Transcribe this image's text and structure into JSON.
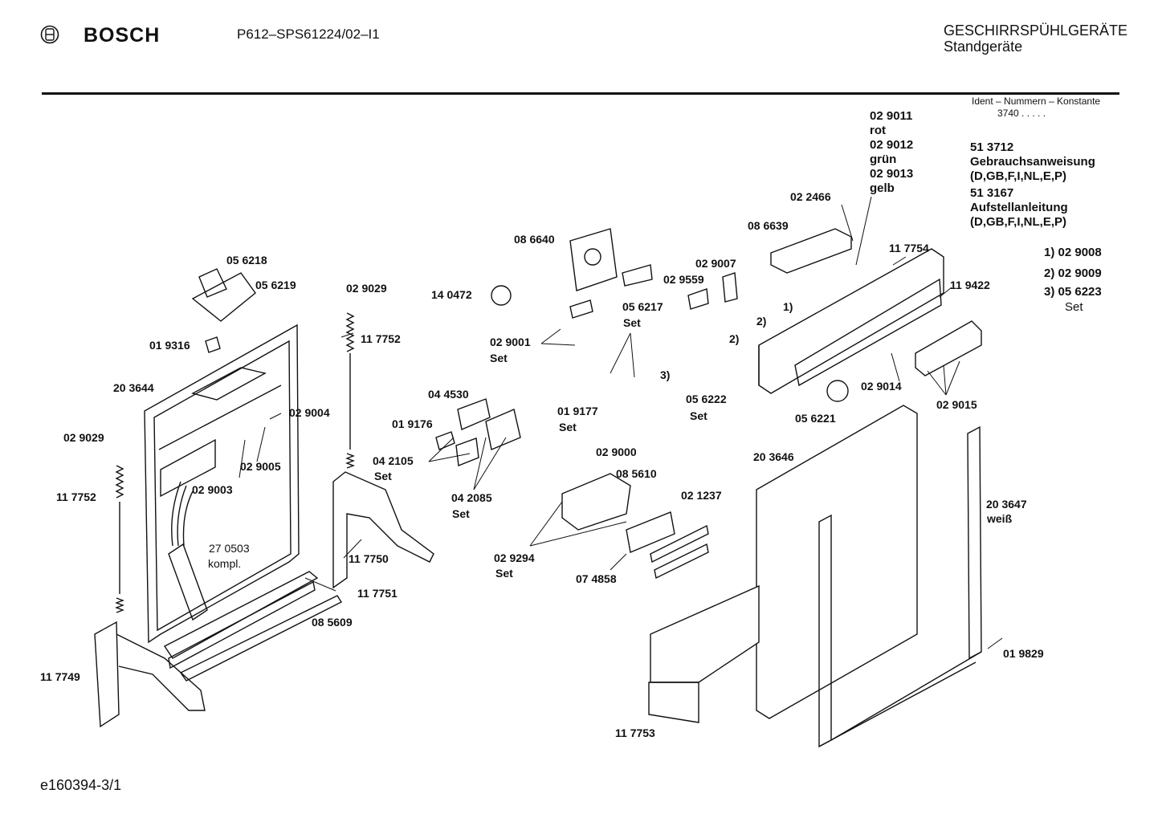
{
  "header": {
    "brand": "BOSCH",
    "model": "P612–SPS61224/02–I1",
    "title_line1": "GESCHIRRSPÜHLGERÄTE",
    "title_line2": "Standgeräte"
  },
  "ident": {
    "label": "Ident – Nummern – Konstante",
    "value": "3740 . . . . ."
  },
  "docs": [
    {
      "number": "51 3712",
      "name": "Gebrauchsanweisung",
      "langs": "(D,GB,F,I,NL,E,P)"
    },
    {
      "number": "51 3167",
      "name": "Aufstellanleitung",
      "langs": "(D,GB,F,I,NL,E,P)"
    }
  ],
  "notes": [
    {
      "key": "1)",
      "part": "02 9008"
    },
    {
      "key": "2)",
      "part": "02 9009"
    },
    {
      "key": "3)",
      "part": "05 6223",
      "sub": "Set"
    }
  ],
  "colors_block": [
    "02 9011",
    "rot",
    "02 9012",
    "grün",
    "02 9013",
    "gelb"
  ],
  "labels": {
    "l01": "02 2466",
    "l02": "08 6639",
    "l03": "11 7754",
    "l04": "11 9422",
    "l05": "08 6640",
    "l06": "14 0472",
    "l07": "02 9007",
    "l08": "02 9559",
    "l09": "05 6217",
    "l10": "Set",
    "l11": "1)",
    "l12": "2)",
    "l13": "2)",
    "l14": "3)",
    "l15": "05 6218",
    "l16": "05 6219",
    "l17": "02 9029",
    "l18": "11 7752",
    "l19": "01 9316",
    "l20": "02 9001",
    "l21": "Set",
    "l22": "20 3644",
    "l23": "04 4530",
    "l24": "01 9176",
    "l25": "01 9177",
    "l26": "Set",
    "l27": "05 6222",
    "l28": "Set",
    "l29": "02 9014",
    "l30": "02 9015",
    "l31": "05 6221",
    "l32": "02 9004",
    "l33": "02 9029",
    "l34": "02 9005",
    "l35": "02 9003",
    "l36": "11 7752",
    "l37": "04 2105",
    "l38": "Set",
    "l39": "04 2085",
    "l40": "Set",
    "l41": "02 9000",
    "l42": "08 5610",
    "l43": "02 1237",
    "l44": "20 3646",
    "l45": "20 3647",
    "l46": "weiß",
    "l47": "27 0503",
    "l48": "kompl.",
    "l49": "11 7750",
    "l50": "11 7751",
    "l51": "02 9294",
    "l52": "Set",
    "l53": "07 4858",
    "l54": "08 5609",
    "l55": "11 7749",
    "l56": "01 9829",
    "l57": "11 7753"
  },
  "footer": "e160394-3/1"
}
